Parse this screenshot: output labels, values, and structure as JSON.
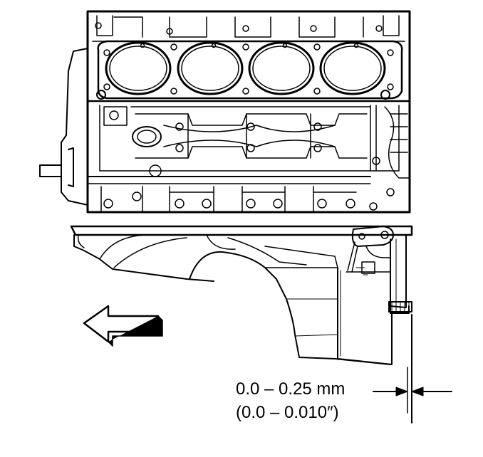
{
  "diagram": {
    "clearance_spec_metric": "0.0 – 0.25 mm",
    "clearance_spec_imperial": "(0.0 – 0.010″)",
    "colors": {
      "ink": "#000000",
      "paper": "#ffffff"
    },
    "parts": [
      "engine-block",
      "oil-pan",
      "direction-arrow",
      "dimension-arrows"
    ]
  }
}
